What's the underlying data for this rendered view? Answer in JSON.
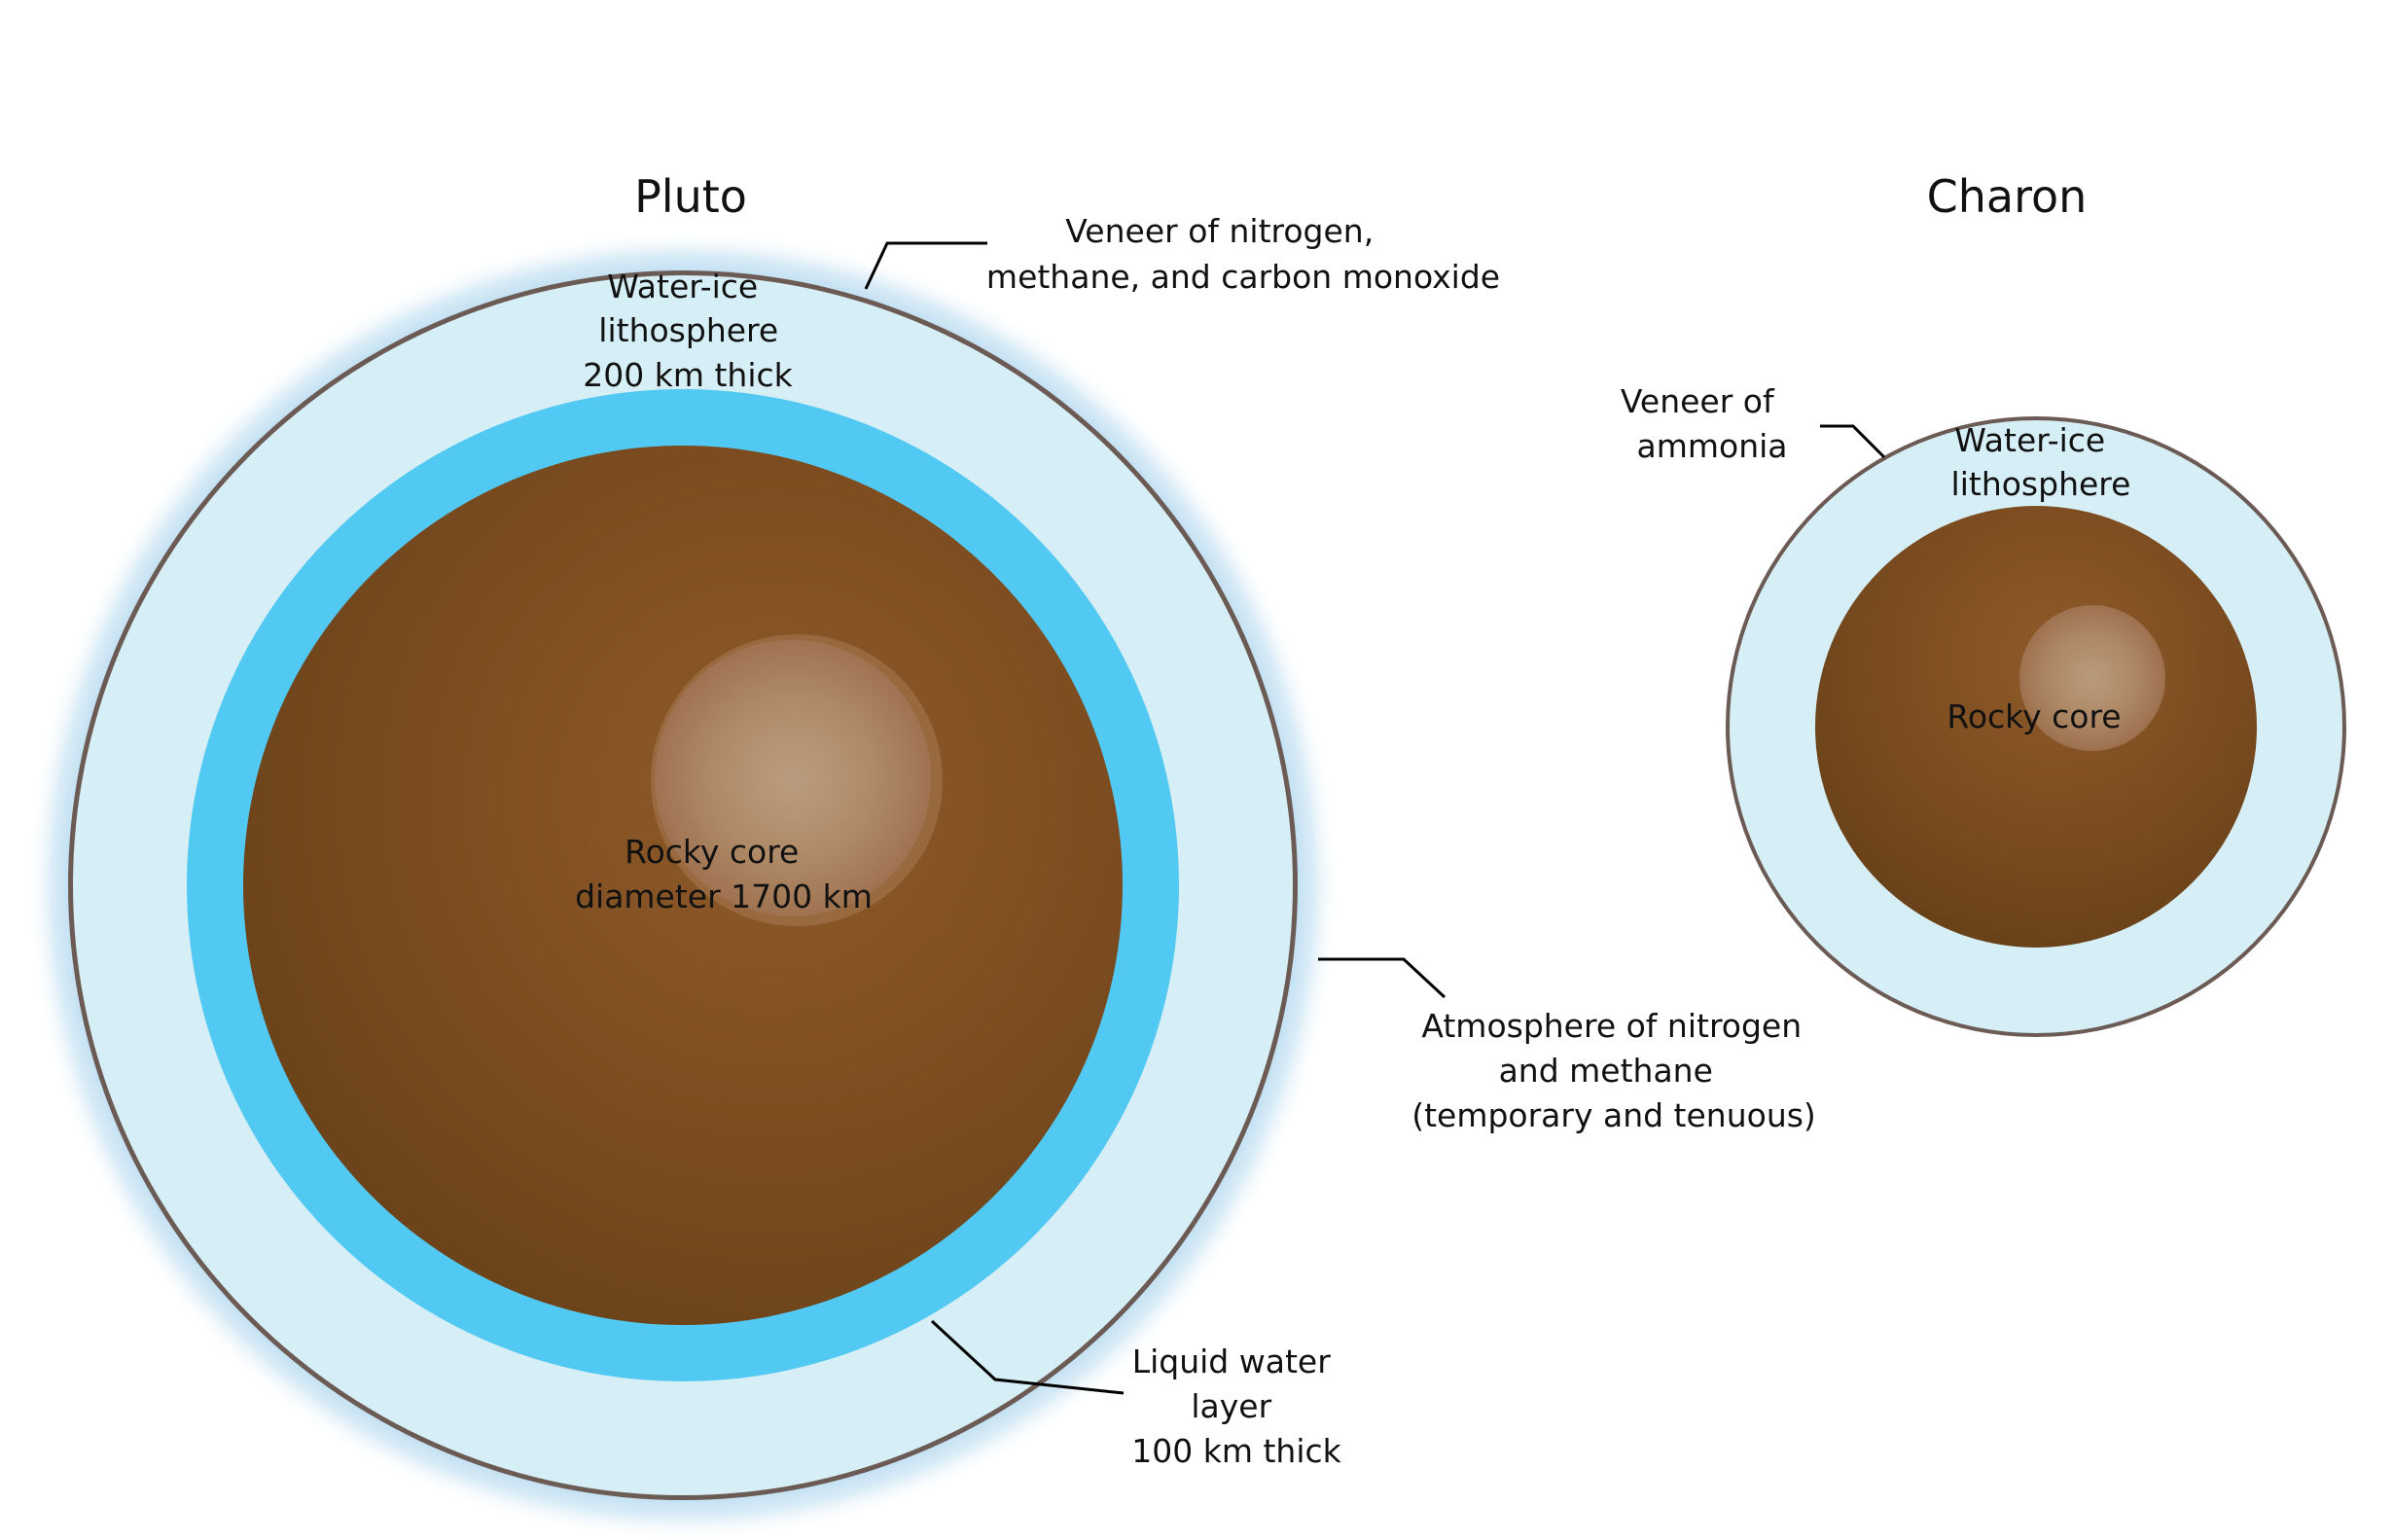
{
  "pluto": {
    "title": "Pluto",
    "veneer": [
      "Veneer of nitrogen,",
      "methane, and carbon monoxide"
    ],
    "lithosphere": [
      "Water-ice",
      "lithosphere",
      "200 km thick"
    ],
    "core": [
      "Rocky core",
      "diameter 1700 km"
    ],
    "atmosphere": [
      "Atmosphere of nitrogen",
      "and methane",
      "(temporary and tenuous)"
    ],
    "liquid_layer": [
      "Liquid water",
      "layer",
      "100 km thick"
    ]
  },
  "charon": {
    "title": "Charon",
    "veneer": [
      "Veneer of",
      "ammonia"
    ],
    "lithosphere": [
      "Water-ice",
      "lithosphere"
    ],
    "core": [
      "Rocky core"
    ]
  },
  "colors": {
    "ice_layer": "#d6eef5",
    "liquid_water": "#52c9f2",
    "outer_ring": "#6b5b54",
    "core_dark": "#643f17",
    "core_mid": "#8a5726",
    "core_highlight": "#b99979",
    "atmosphere_glow": "#8fc6e8",
    "leader_line": "#000000"
  }
}
